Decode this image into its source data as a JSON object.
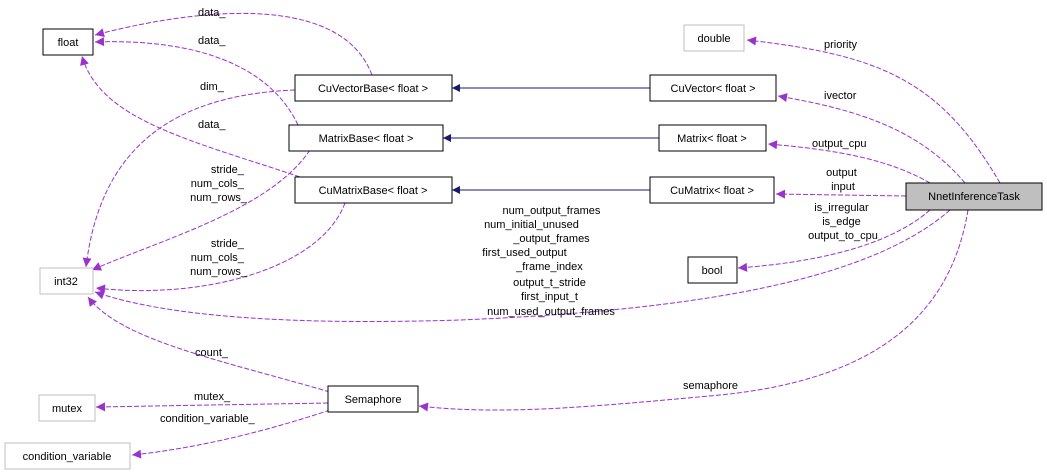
{
  "colors": {
    "node_border": "#000000",
    "external_node_border": "#bfbfbf",
    "focus_fill": "#bfbfbf",
    "inheritance_edge": "#191970",
    "member_edge": "#9a32cd"
  },
  "nodes": {
    "float": "float",
    "double": "double",
    "int32": "int32",
    "mutex": "mutex",
    "condition_variable": "condition_variable",
    "bool": "bool",
    "cu_vector_base": "CuVectorBase< float >",
    "matrix_base": "MatrixBase< float >",
    "cu_matrix_base": "CuMatrixBase< float >",
    "cu_vector": "CuVector< float >",
    "matrix": "Matrix< float >",
    "cu_matrix": "CuMatrix< float >",
    "semaphore": "Semaphore",
    "nnet_inference_task": "NnetInferenceTask"
  },
  "edge_labels": {
    "cvb_float": [
      "data_"
    ],
    "mb_float": [
      "data_"
    ],
    "cmb_float": [
      "data_"
    ],
    "cvb_int32": [
      "dim_"
    ],
    "mb_int32": [
      "stride_",
      "num_cols_",
      "num_rows_"
    ],
    "cmb_int32": [
      "stride_",
      "num_cols_",
      "num_rows_"
    ],
    "sem_int32": [
      "count_"
    ],
    "sem_mutex": [
      "mutex_"
    ],
    "sem_condvar": [
      "condition_variable_"
    ],
    "task_double": [
      "priority"
    ],
    "task_cuvector": [
      "ivector"
    ],
    "task_matrix": [
      "output_cpu"
    ],
    "task_cumatrix": [
      "output",
      "input"
    ],
    "task_bool": [
      "is_irregular",
      "is_edge",
      "output_to_cpu"
    ],
    "task_int32": [
      "num_output_frames",
      "num_initial_unused",
      "_output_frames",
      "first_used_output",
      "_frame_index",
      "output_t_stride",
      "first_input_t",
      "num_used_output_frames"
    ],
    "task_semaphore": [
      "semaphore"
    ]
  }
}
